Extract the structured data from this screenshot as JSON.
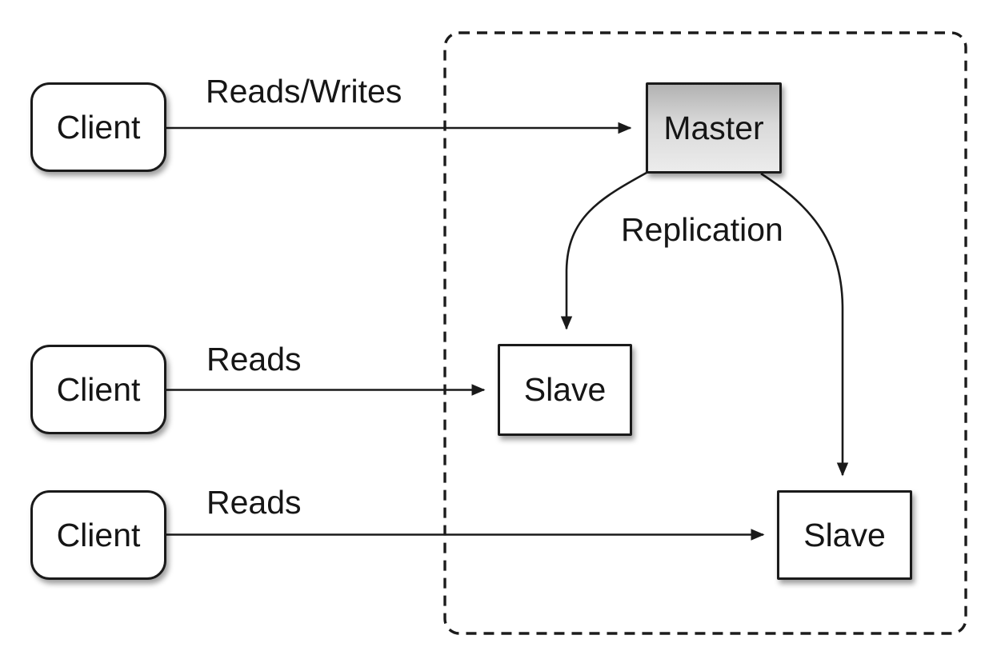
{
  "diagram": {
    "type": "architecture-diagram",
    "topic": "Database master-slave replication",
    "nodes": {
      "client1": {
        "label": "Client",
        "shape": "rounded-rectangle",
        "fill": "#ffffff"
      },
      "client2": {
        "label": "Client",
        "shape": "rounded-rectangle",
        "fill": "#ffffff"
      },
      "client3": {
        "label": "Client",
        "shape": "rounded-rectangle",
        "fill": "#ffffff"
      },
      "master": {
        "label": "Master",
        "shape": "rectangle",
        "fill_gradient_top": "#b2b2b2",
        "fill_gradient_bottom": "#ececec"
      },
      "slave1": {
        "label": "Slave",
        "shape": "rectangle",
        "fill": "#ffffff"
      },
      "slave2": {
        "label": "Slave",
        "shape": "rectangle",
        "fill": "#ffffff"
      }
    },
    "edges": {
      "client1_to_master": {
        "label": "Reads/Writes",
        "from": "client1",
        "to": "master",
        "style": "straight-arrow"
      },
      "client2_to_slave1": {
        "label": "Reads",
        "from": "client2",
        "to": "slave1",
        "style": "straight-arrow"
      },
      "client3_to_slave2": {
        "label": "Reads",
        "from": "client3",
        "to": "slave2",
        "style": "straight-arrow"
      },
      "master_to_slave1": {
        "label": "Replication",
        "from": "master",
        "to": "slave1",
        "style": "curved-arrow"
      },
      "master_to_slave2": {
        "label": "",
        "from": "master",
        "to": "slave2",
        "style": "curved-arrow"
      }
    },
    "boundary": {
      "name": "replication-group",
      "style": "dashed-rounded-rectangle",
      "stroke": "#1c1c1c"
    },
    "colors": {
      "background": "#ffffff",
      "stroke": "#1a1a1a",
      "text": "#161616"
    }
  }
}
